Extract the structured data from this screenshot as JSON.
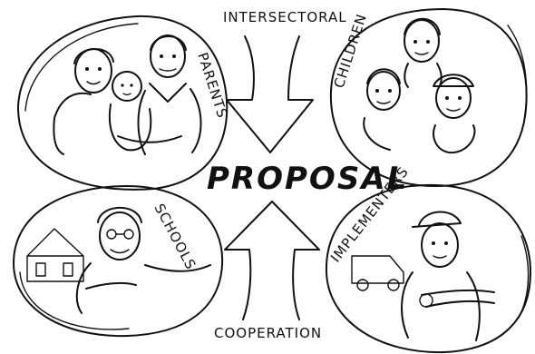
{
  "center": {
    "label": "PROPOSAL"
  },
  "arrows": {
    "top_label": "INTERSECTORAL",
    "bottom_label": "COOPERATION"
  },
  "groups": [
    {
      "id": "parents",
      "label": "PARENTS"
    },
    {
      "id": "children",
      "label": "CHILDREN"
    },
    {
      "id": "schools",
      "label": "SCHOOLS"
    },
    {
      "id": "implementers",
      "label": "IMPLEMENTERS"
    }
  ]
}
